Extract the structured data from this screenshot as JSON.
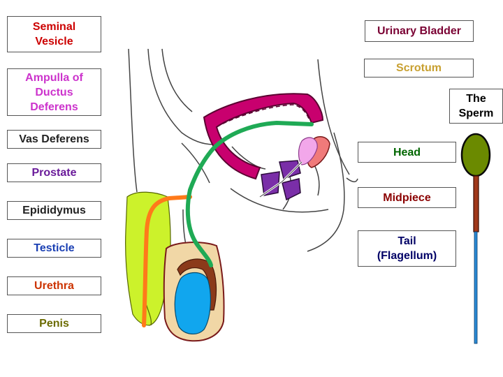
{
  "labels": {
    "seminal_vesicle": "Seminal\nVesicle",
    "ampulla": "Ampulla of\nDuctus\nDeferens",
    "vas_deferens": "Vas Deferens",
    "prostate": "Prostate",
    "epididymus": "Epididymus",
    "testicle": "Testicle",
    "urethra": "Urethra",
    "penis": "Penis",
    "urinary_bladder": "Urinary Bladder",
    "scrotum": "Scrotum",
    "the_sperm": "The\nSperm",
    "head": "Head",
    "midpiece": "Midpiece",
    "tail": "Tail\n(Flagellum)"
  },
  "colors": {
    "seminal_vesicle": "#cc0000",
    "ampulla": "#cc33cc",
    "vas_deferens": "#222222",
    "prostate": "#6a1b9a",
    "epididymus": "#222222",
    "testicle": "#1a3fb3",
    "urethra": "#cc3300",
    "penis": "#6b6b00",
    "urinary_bladder": "#7a0033",
    "scrotum": "#c8a030",
    "the_sperm": "#000000",
    "head": "#006600",
    "midpiece": "#8b0000",
    "tail": "#000066"
  }
}
